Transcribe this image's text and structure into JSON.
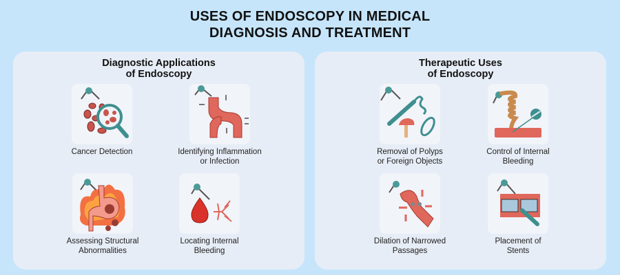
{
  "title": {
    "line1": "USES OF ENDOSCOPY IN MEDICAL",
    "line2": "DIAGNOSIS AND TREATMENT"
  },
  "panels": {
    "diagnostic": {
      "title_line1": "Diagnostic Applications",
      "title_line2": "of Endoscopy",
      "items": [
        {
          "icon": "magnifier-cells-icon",
          "line1": "Cancer Detection",
          "line2": ""
        },
        {
          "icon": "inflamed-vessel-icon",
          "line1": "Identifying Inflammation",
          "line2": "or Infection"
        },
        {
          "icon": "inflamed-stomach-icon",
          "line1": "Assessing Structural",
          "line2": "Abnormalities"
        },
        {
          "icon": "blood-drop-icon",
          "line1": "Locating Internal",
          "line2": "Bleeding"
        }
      ]
    },
    "therapeutic": {
      "title_line1": "Therapeutic Uses",
      "title_line2": "of Endoscopy",
      "items": [
        {
          "icon": "polyp-removal-icon",
          "line1": "Removal of Polyps",
          "line2": "or Foreign Objects"
        },
        {
          "icon": "coil-clip-icon",
          "line1": "Control of Internal",
          "line2": "Bleeding"
        },
        {
          "icon": "vessel-dilation-icon",
          "line1": "Dilation of Narrowed",
          "line2": "Passages"
        },
        {
          "icon": "stent-icon",
          "line1": "Placement of",
          "line2": "Stents"
        }
      ]
    }
  },
  "colors": {
    "background": "#c6e5fb",
    "panel": "#e7edf6",
    "tile": "#f1f4f9",
    "tissue_red": "#e0675b",
    "instrument_teal": "#3f8f8f",
    "text": "#111111"
  }
}
